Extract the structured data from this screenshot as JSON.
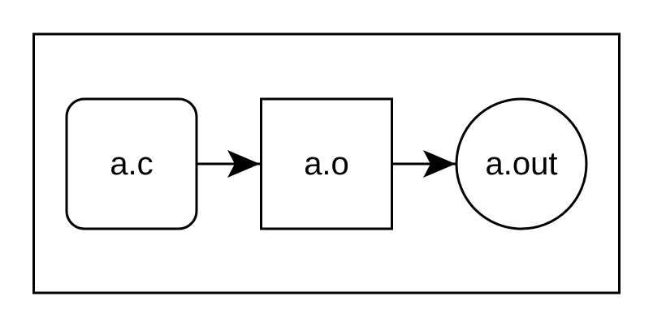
{
  "diagram": {
    "nodes": [
      {
        "id": "source",
        "label": "a.c",
        "shape": "rounded-rectangle"
      },
      {
        "id": "object",
        "label": "a.o",
        "shape": "rectangle"
      },
      {
        "id": "executable",
        "label": "a.out",
        "shape": "circle"
      }
    ],
    "edges": [
      {
        "from": "source",
        "to": "object"
      },
      {
        "from": "object",
        "to": "executable"
      }
    ],
    "colors": {
      "stroke": "#000000",
      "fill": "#ffffff",
      "text": "#000000",
      "background": "#ffffff"
    }
  }
}
